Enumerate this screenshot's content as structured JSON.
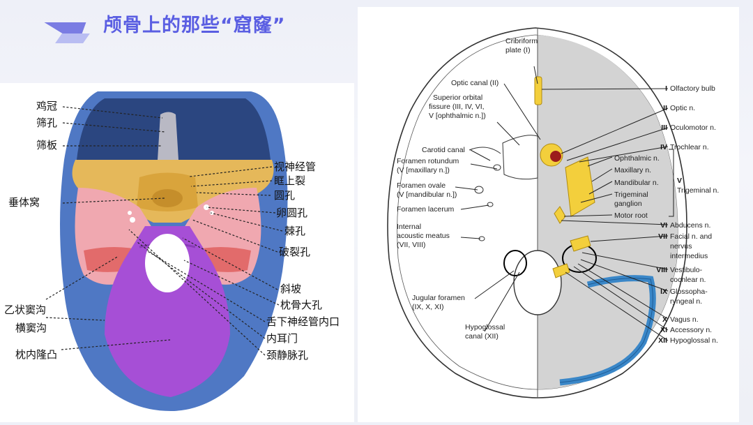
{
  "slide": {
    "title": "颅骨上的那些“窟窿”"
  },
  "left_labels": {
    "crista_galli": "鸡冠",
    "cribriform_foramina": "筛孔",
    "cribriform_plate": "筛板",
    "pituitary_fossa": "垂体窝",
    "optic_canal": "视神经管",
    "superior_orbital_fissure": "眶上裂",
    "foramen_rotundum": "圆孔",
    "foramen_ovale": "卵圆孔",
    "foramen_spinosum": "棘孔",
    "foramen_lacerum": "破裂孔",
    "clivus": "斜坡",
    "foramen_magnum": "枕骨大孔",
    "hypoglossal_canal_inner": "舌下神经管内口",
    "internal_acoustic_meatus": "内耳门",
    "jugular_foramen": "颈静脉孔",
    "sigmoid_sulcus": "乙状窦沟",
    "transverse_sulcus": "横窦沟",
    "internal_occipital_protuberance": "枕内隆凸"
  },
  "right_left_labels": {
    "cribriform_1": "Cribriform",
    "cribriform_2": "plate (I)",
    "optic_canal": "Optic canal (II)",
    "sof_1": "Superior orbital",
    "sof_2": "fissure (III, IV, VI,",
    "sof_3": "V [ophthalmic n.])",
    "carotid_canal": "Carotid canal",
    "rotundum_1": "Foramen rotundum",
    "rotundum_2": "(V [maxillary n.])",
    "ovale_1": "Foramen ovale",
    "ovale_2": "(V [mandibular n.])",
    "lacerum": "Foramen lacerum",
    "iam_1": "Internal",
    "iam_2": "acoustic meatus",
    "iam_3": "(VII, VIII)",
    "jugular_1": "Jugular foramen",
    "jugular_2": "(IX, X, XI)",
    "hypoglossal_1": "Hypoglossal",
    "hypoglossal_2": "canal (XII)"
  },
  "nerves": {
    "i_num": "I",
    "i": "Olfactory bulb",
    "ii_num": "II",
    "ii": "Optic n.",
    "iii_num": "III",
    "iii": "Oculomotor n.",
    "iv_num": "IV",
    "iv": "Trochlear n.",
    "ophthalmic": "Ophthalmic n.",
    "maxillary": "Maxillary n.",
    "mandibular": "Mandibular n.",
    "trig_1": "Trigeminal",
    "trig_2": "ganglion",
    "motor_root": "Motor root",
    "v_num": "V",
    "v": "Trigeminal n.",
    "vi_num": "VI",
    "vi": "Abducens n.",
    "vii_num": "VII",
    "vii_1": "Facial n. and",
    "vii_2": "nervus",
    "vii_3": "intermedius",
    "viii_num": "VIII",
    "viii_1": "Vestibulo-",
    "viii_2": "cochlear n.",
    "ix_num": "IX",
    "ix_1": "Glossopha-",
    "ix_2": "ryngeal n.",
    "x_num": "X",
    "x": "Vagus n.",
    "xi_num": "XI",
    "xi": "Accessory n.",
    "xii_num": "XII",
    "xii": "Hypoglossal n."
  }
}
